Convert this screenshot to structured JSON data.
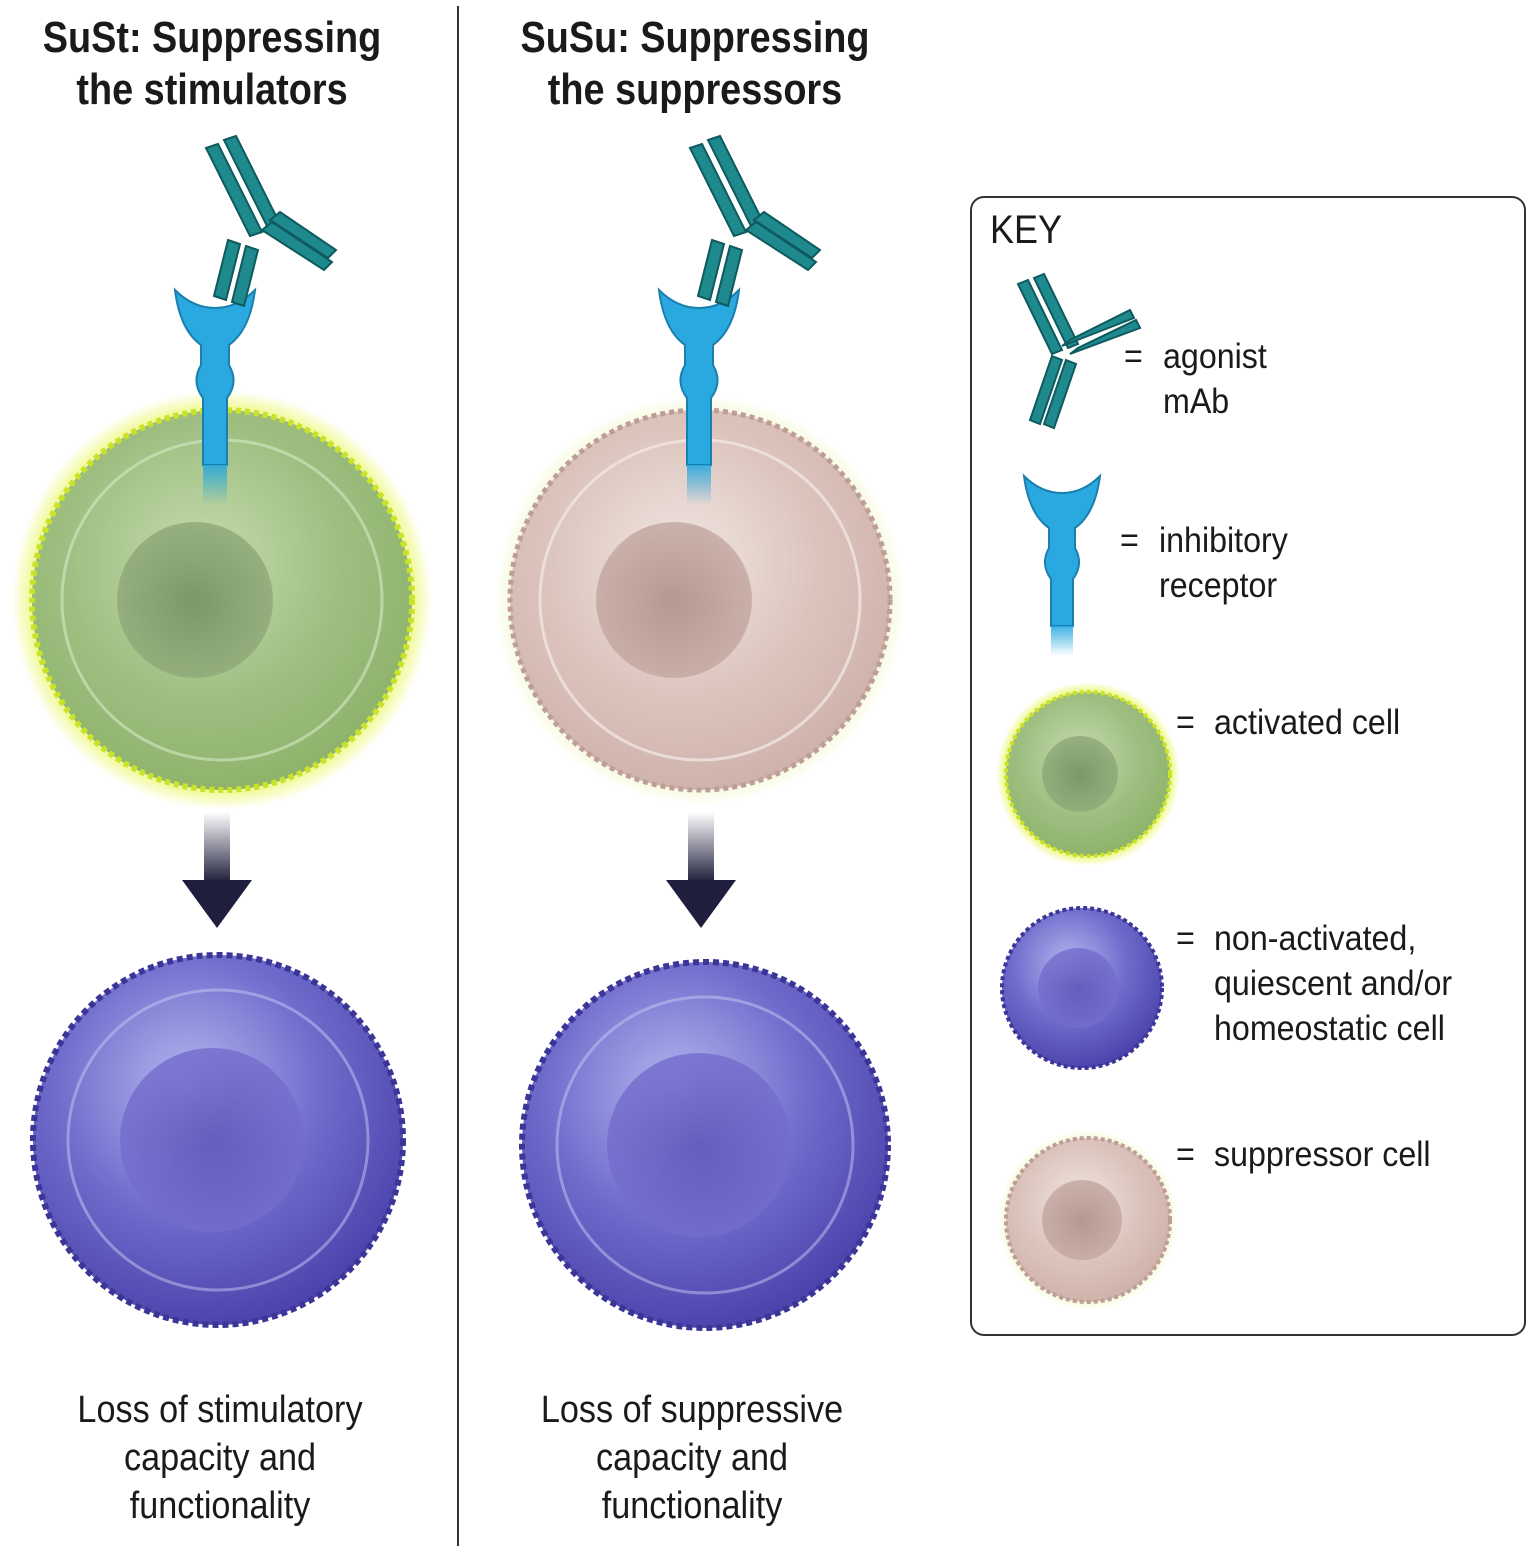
{
  "panels": [
    {
      "title_line1": "SuSt: Suppressing",
      "title_line2": "the stimulators",
      "caption_line1": "Loss of stimulatory",
      "caption_line2": "capacity and",
      "caption_line3": "functionality",
      "top_cell_type": "activated cell",
      "bottom_cell_type": "non-activated cell"
    },
    {
      "title_line1": "SuSu: Suppressing",
      "title_line2": "the suppressors",
      "caption_line1": "Loss of suppressive",
      "caption_line2": "capacity and",
      "caption_line3": "functionality",
      "top_cell_type": "suppressor cell",
      "bottom_cell_type": "non-activated cell"
    }
  ],
  "key": {
    "title": "KEY",
    "items": [
      {
        "icon": "antibody-icon",
        "label": "agonist\nmAb"
      },
      {
        "icon": "inhibitory-receptor-icon",
        "label": "inhibitory\nreceptor"
      },
      {
        "icon": "activated-cell-icon",
        "label": "activated cell"
      },
      {
        "icon": "non-activated-cell-icon",
        "label": "non-activated,\nquiescent and/or\nhomeostatic cell"
      },
      {
        "icon": "suppressor-cell-icon",
        "label": "suppressor cell"
      }
    ],
    "equals": "="
  },
  "colors": {
    "antibody": "#1f8a8e",
    "receptor": "#29a9df",
    "activated_cell": "#a9c78c",
    "activated_glow": "#d8ef2a",
    "suppressor_cell": "#d9bfb8",
    "nonactivated_cell": "#6a63c4",
    "arrow": "#1f1f3d"
  }
}
